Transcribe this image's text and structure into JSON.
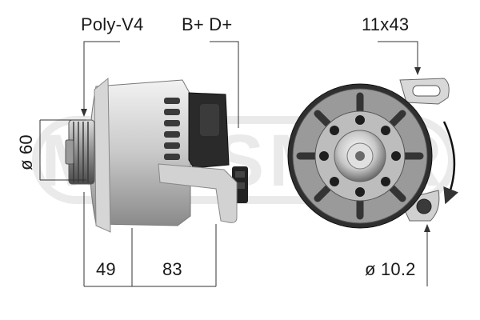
{
  "labels": {
    "belt": "Poly-V4",
    "terminals": "B+ D+",
    "mount": "11x43",
    "pulley_diameter": "ø 60",
    "length_front": "49",
    "length_body": "83",
    "hole_diameter": "ø 10.2"
  },
  "watermark": {
    "text": "MESSMER"
  },
  "colors": {
    "line": "#333333",
    "metal_light": "#e8e8e8",
    "metal_mid": "#b8b8b8",
    "metal_dark": "#6e6e6e",
    "plastic": "#2a2a2a",
    "watermark": "#d9d9d9"
  }
}
